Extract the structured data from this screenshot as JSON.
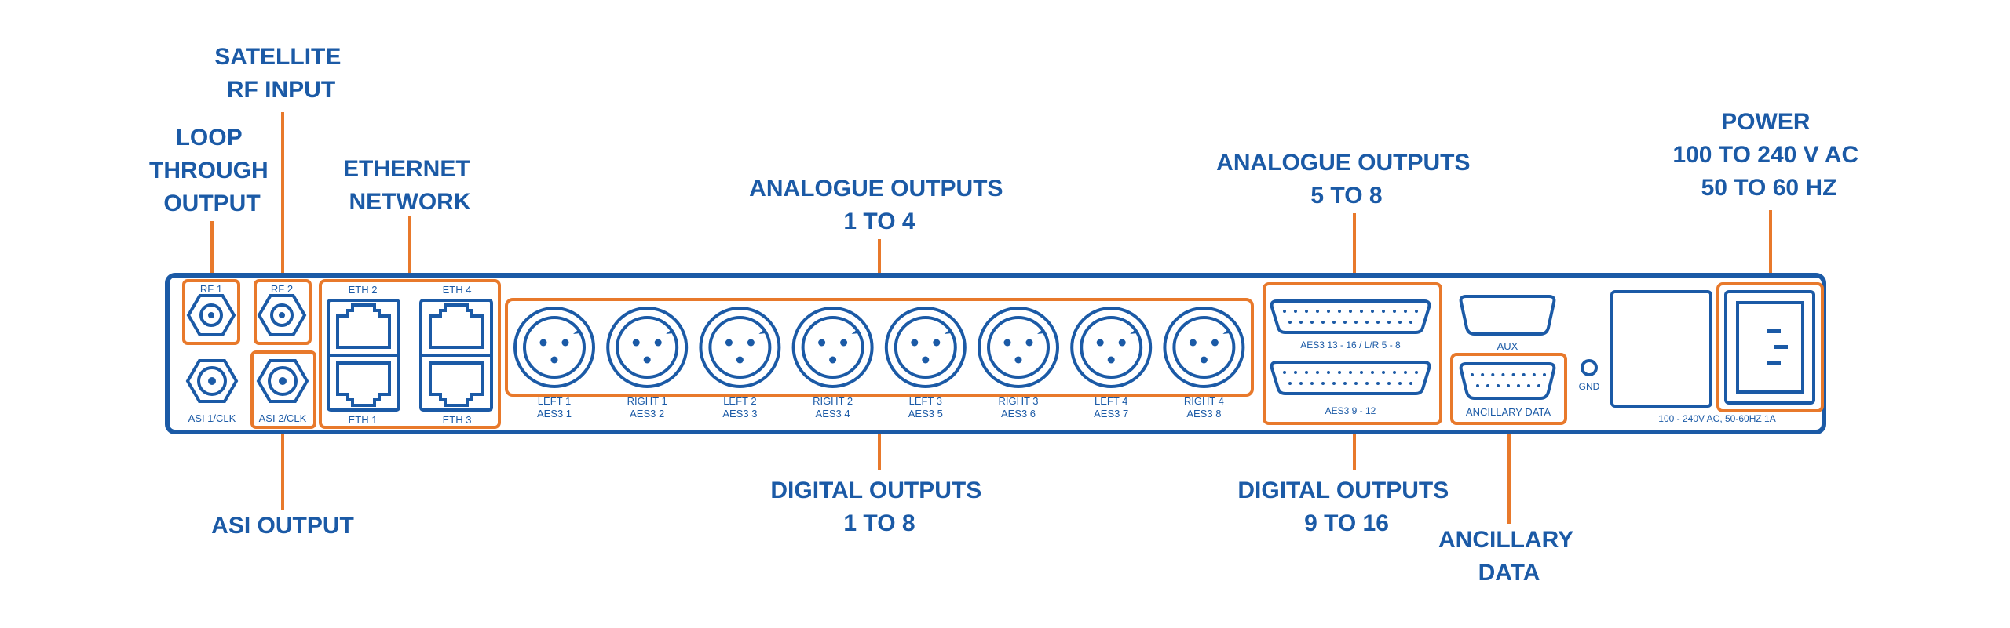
{
  "callouts": {
    "satellite": [
      "SATELLITE",
      "RF INPUT"
    ],
    "loop": [
      "LOOP",
      "THROUGH",
      "OUTPUT"
    ],
    "ethernet": [
      "ETHERNET",
      "NETWORK"
    ],
    "analogue_1_4": [
      "ANALOGUE OUTPUTS",
      "1 TO 4"
    ],
    "analogue_5_8": [
      "ANALOGUE OUTPUTS",
      "5 TO 8"
    ],
    "power": [
      "POWER",
      "100 TO 240 V AC",
      "50 TO 60 HZ"
    ],
    "asi_output": [
      "ASI OUTPUT"
    ],
    "digital_1_8": [
      "DIGITAL OUTPUTS",
      "1 TO 8"
    ],
    "digital_9_16": [
      "DIGITAL OUTPUTS",
      "9 TO 16"
    ],
    "ancillary": [
      "ANCILLARY",
      "DATA"
    ]
  },
  "panel": {
    "rf1": "RF 1",
    "rf2": "RF 2",
    "asi1": "ASI 1/CLK",
    "asi2": "ASI 2/CLK",
    "eth2": "ETH 2",
    "eth4": "ETH 4",
    "eth1": "ETH 1",
    "eth3": "ETH 3",
    "xlr": [
      [
        "LEFT 1",
        "AES3 1"
      ],
      [
        "RIGHT 1",
        "AES3 2"
      ],
      [
        "LEFT 2",
        "AES3 3"
      ],
      [
        "RIGHT 2",
        "AES3 4"
      ],
      [
        "LEFT 3",
        "AES3 5"
      ],
      [
        "RIGHT 3",
        "AES3 6"
      ],
      [
        "LEFT 4",
        "AES3 7"
      ],
      [
        "RIGHT 4",
        "AES3 8"
      ]
    ],
    "aes_upper": "AES3 13 - 16 / L/R 5 - 8",
    "aes_lower": "AES3 9 - 12",
    "aux": "AUX",
    "ancillary": "ANCILLARY DATA",
    "gnd": "GND",
    "power_rating": "100 - 240V AC, 50-60HZ 1A"
  },
  "colors": {
    "panel": "#1b5aa6",
    "highlight": "#e8792b"
  }
}
